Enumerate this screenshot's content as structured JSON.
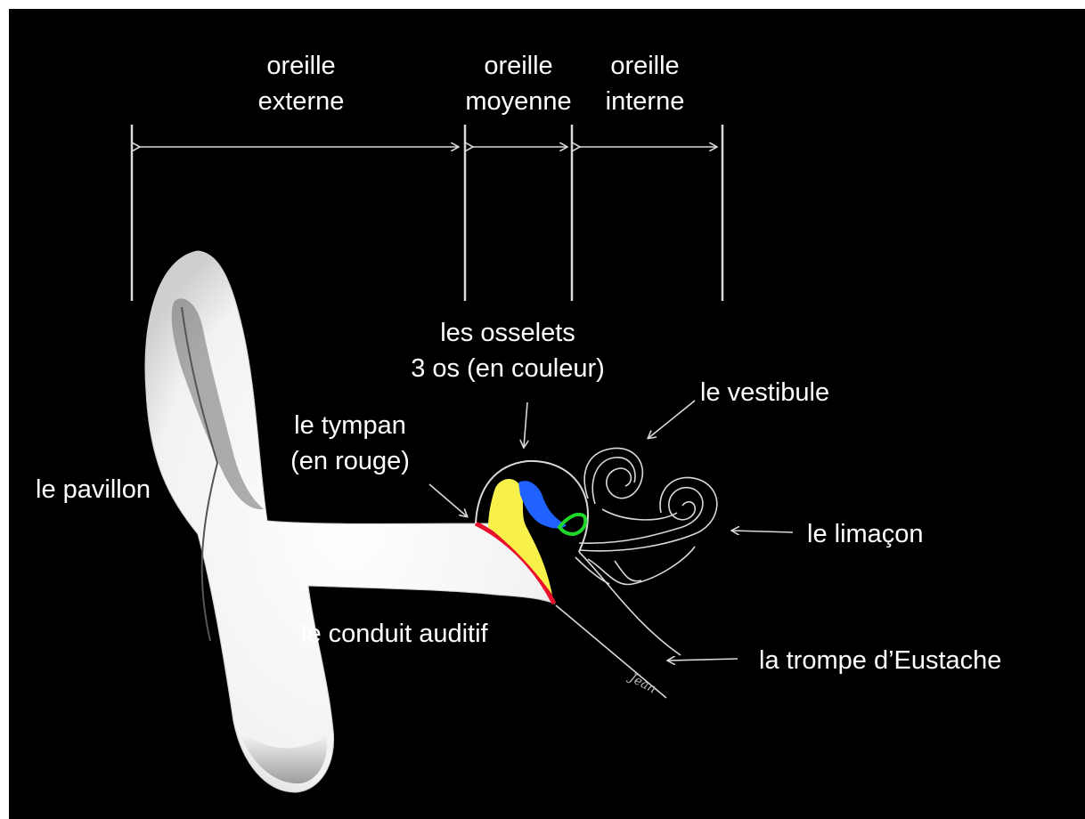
{
  "sections": {
    "external": [
      "oreille",
      "externe"
    ],
    "middle": [
      "oreille",
      "moyenne"
    ],
    "inner": [
      "oreille",
      "interne"
    ]
  },
  "labels": {
    "ossicles": [
      "les osselets",
      "3 os (en couleur)"
    ],
    "eardrum": [
      "le tympan",
      "(en rouge)"
    ],
    "vestibule": "le vestibule",
    "pinna": "le pavillon",
    "cochlea": "le limaçon",
    "ear_canal": "le conduit auditif",
    "eustachian_tube": "la trompe d’Eustache"
  },
  "signature": "Jean",
  "colors": {
    "background": "#000000",
    "eardrum": "#e8102a",
    "incus_yellow": "#f7f14a",
    "malleus_blue": "#1f62ff",
    "stapes_green": "#1fd82a",
    "line": "#d9d9d9"
  }
}
